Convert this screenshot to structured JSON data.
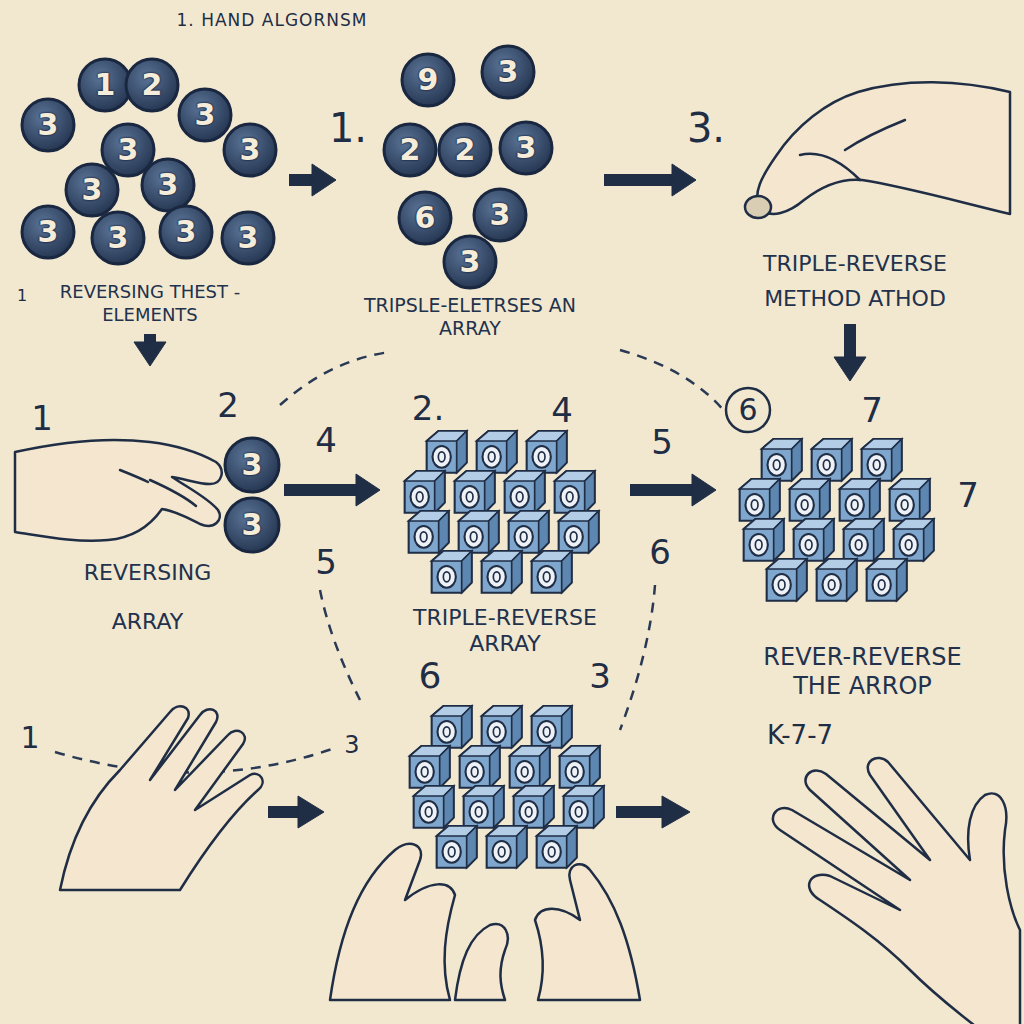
{
  "diagram": {
    "title": "1. HAND ALGORNSM",
    "nodes": [
      {
        "text": [
          "REVERSING THEST - ELEMENTS"
        ]
      },
      {
        "text": [
          "TRIPSLE-ELETRSES AN ARRAY"
        ]
      },
      {
        "text": [
          "TRIPLE-REVERSE METHOD ATHOD"
        ]
      },
      {
        "text": [
          "REVERSING ARRAY"
        ]
      },
      {
        "text": [
          "TRIPLE-REVERSE ARRAY"
        ]
      },
      {
        "text": [
          "REVER-REVERSE THE ARROP"
        ]
      }
    ],
    "edges": [
      {
        "from": 0,
        "to": 1,
        "arrow": "to"
      },
      {
        "from": 1,
        "to": 2,
        "arrow": "to"
      },
      {
        "from": 0,
        "to": 3,
        "arrow": "to"
      },
      {
        "from": 3,
        "to": 4,
        "arrow": "to"
      },
      {
        "from": 4,
        "to": 5,
        "arrow": "to"
      },
      {
        "from": 2,
        "to": 5,
        "arrow": "to"
      }
    ],
    "labels": [
      "1.",
      "3.",
      "1",
      "1",
      "2",
      "4",
      "2.",
      "4",
      "5",
      "6",
      "7",
      "7",
      "5",
      "6",
      "K-7-7",
      "1",
      "6",
      "3",
      "3",
      "3",
      "1",
      "2",
      "3",
      "3",
      "3",
      "3",
      "3",
      "3",
      "3",
      "3",
      "3",
      "9",
      "3",
      "2",
      "2",
      "3",
      "6",
      "3",
      "3",
      "3",
      "3"
    ]
  }
}
